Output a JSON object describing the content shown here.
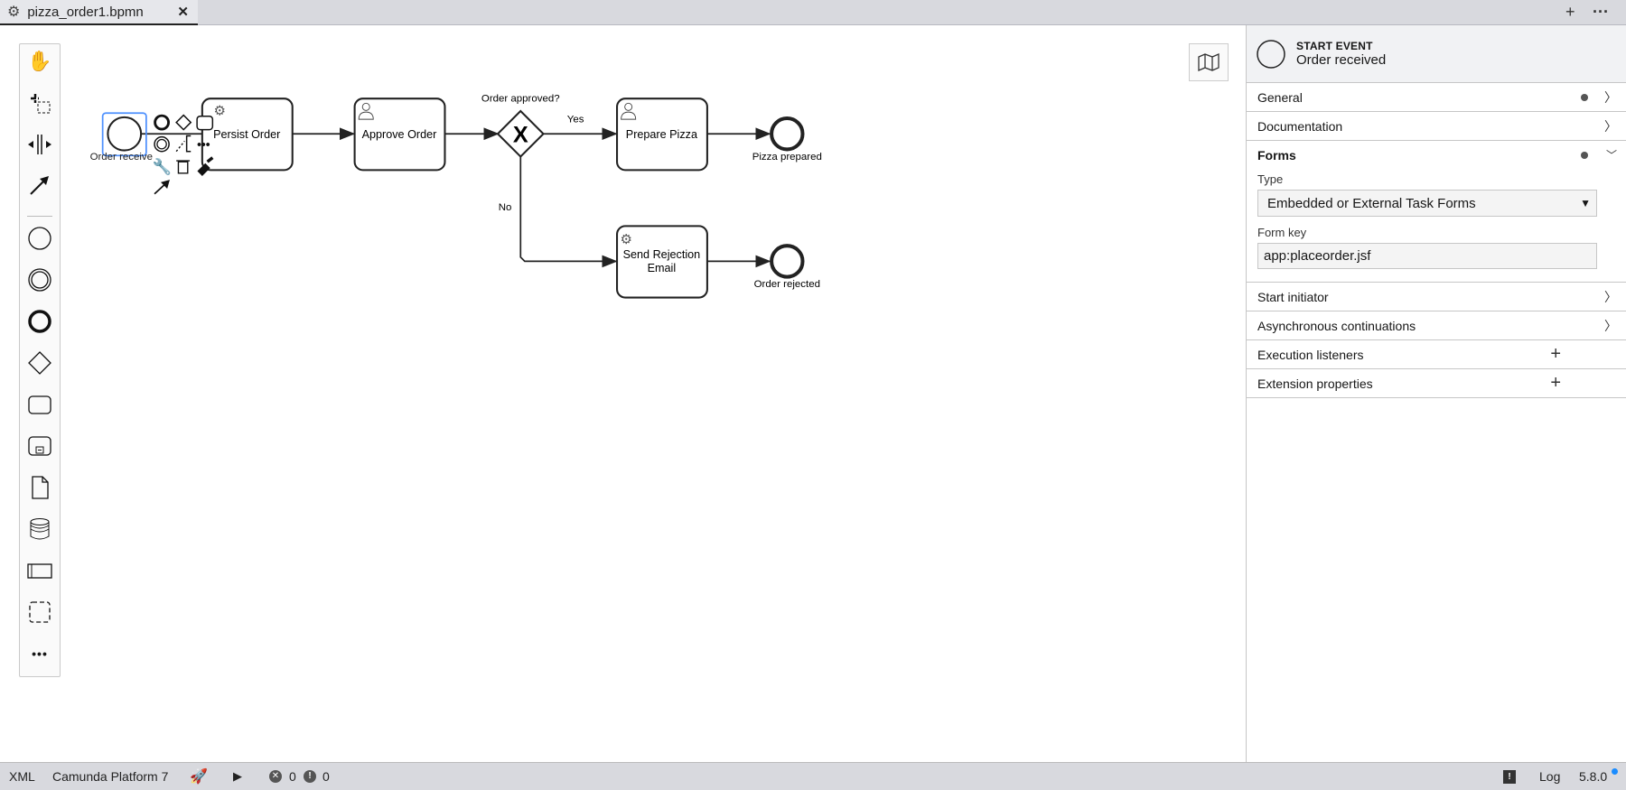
{
  "tab": {
    "title": "pizza_order1.bpmn",
    "icon": "gear-icon",
    "close": "✕"
  },
  "tabbar_actions": {
    "add": "+",
    "more": "···"
  },
  "diagram": {
    "start_event": "Order receive",
    "tasks": {
      "persist": "Persist Order",
      "approve": "Approve Order",
      "prepare": "Prepare Pizza",
      "reject1": "Send Rejection",
      "reject2": "Email"
    },
    "gateway": "Order approved?",
    "flows": {
      "yes": "Yes",
      "no": "No"
    },
    "end_events": {
      "prepared": "Pizza prepared",
      "rejected": "Order rejected"
    }
  },
  "panel": {
    "header": {
      "type": "START EVENT",
      "name": "Order received"
    },
    "groups": {
      "general": "General",
      "documentation": "Documentation",
      "forms": "Forms",
      "start_initiator": "Start initiator",
      "async": "Asynchronous continuations",
      "exec_listeners": "Execution listeners",
      "ext_props": "Extension properties"
    },
    "forms": {
      "type_label": "Type",
      "type_value": "Embedded or External Task Forms",
      "key_label": "Form key",
      "key_value": "app:placeorder.jsf"
    }
  },
  "status": {
    "xml": "XML",
    "platform": "Camunda Platform 7",
    "errors": "0",
    "warnings": "0",
    "log": "Log",
    "version": "5.8.0"
  },
  "colors": {
    "selection": "#4d90fe",
    "accent_dot": "#1a8cff"
  }
}
